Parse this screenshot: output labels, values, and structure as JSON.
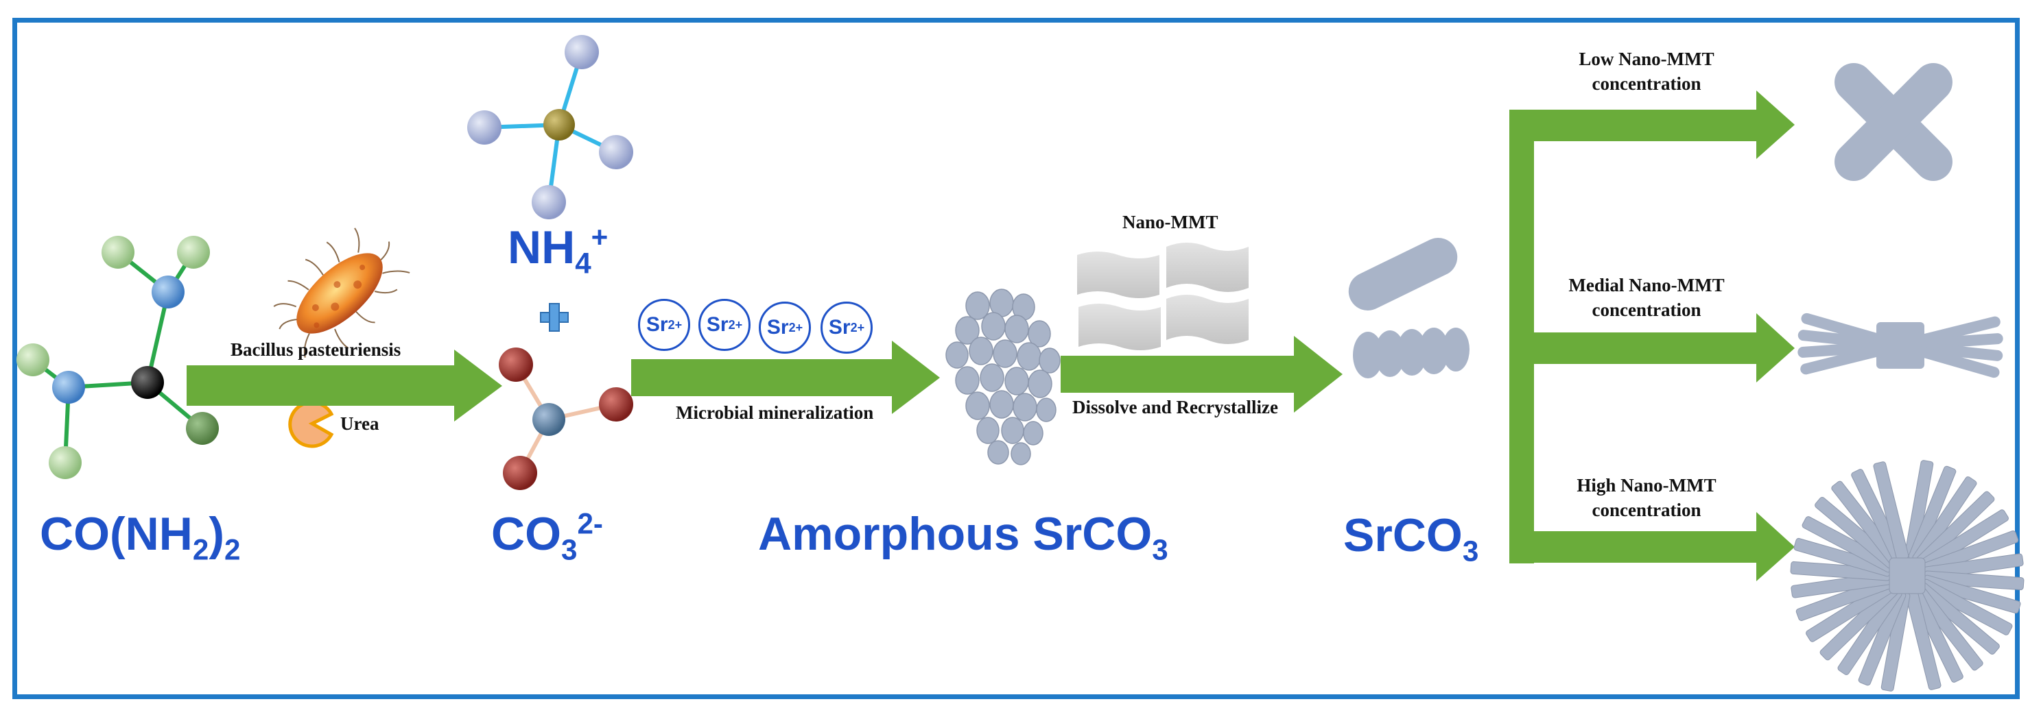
{
  "labels": {
    "urea_formula": {
      "main": "CO(NH",
      "sub": "2",
      "close": ")",
      "sub2": "2"
    },
    "ammonium": {
      "main": "NH",
      "sub": "4",
      "sup": "+"
    },
    "carbonate": {
      "main": "CO",
      "sub": "3",
      "sup": "2-"
    },
    "amorphous": {
      "main": "Amorphous SrCO",
      "sub": "3"
    },
    "srco3": {
      "main": "SrCO",
      "sub": "3"
    },
    "plus_sign": "+"
  },
  "annotations": {
    "bacteria": "Bacillus pasteuriensis",
    "urea": "Urea",
    "mineralization": "Microbial mineralization",
    "nano_mmt": "Nano-MMT",
    "dissolve": "Dissolve and Recrystallize",
    "low": [
      "Low Nano-MMT",
      "concentration"
    ],
    "medial": [
      "Medial Nano-MMT",
      "concentration"
    ],
    "high": [
      "High Nano-MMT",
      "concentration"
    ]
  },
  "ions": [
    {
      "symbol": "Sr",
      "charge": "2+"
    },
    {
      "symbol": "Sr",
      "charge": "2+"
    },
    {
      "symbol": "Sr",
      "charge": "2+"
    },
    {
      "symbol": "Sr",
      "charge": "2+"
    }
  ],
  "colors": {
    "frame": "#1f7ac8",
    "label_blue": "#1f52c8",
    "arrow_green": "#6aac3a",
    "crystal_gray": "#a9b4c8"
  },
  "icons": [
    "bacterium-icon",
    "urea-pacman-icon",
    "molecule-icon",
    "clay-sheet-icon"
  ]
}
